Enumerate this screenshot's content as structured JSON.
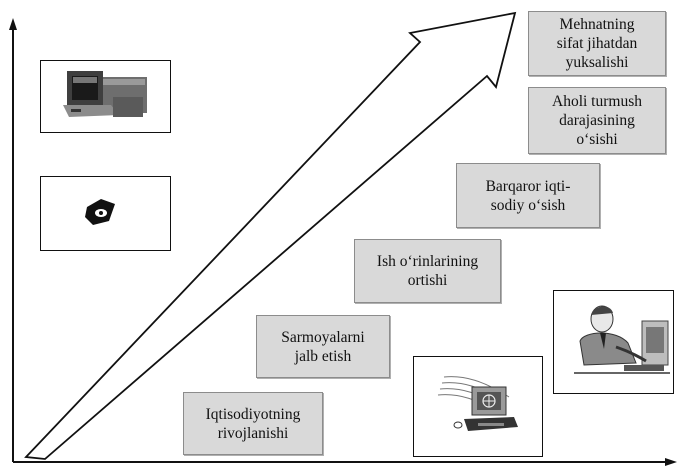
{
  "steps": [
    {
      "id": "s1",
      "lines": [
        "Iqtisodiyotning",
        "rivojlanishi"
      ]
    },
    {
      "id": "s2",
      "lines": [
        "Sarmoyalarni",
        "jalb etish"
      ]
    },
    {
      "id": "s3",
      "lines": [
        "Ish o‘rinlarining",
        "ortishi"
      ]
    },
    {
      "id": "s4",
      "lines": [
        "Barqaror iqti-",
        "sodiy o‘sish"
      ]
    },
    {
      "id": "s5",
      "lines": [
        "Aholi turmush",
        "darajasining",
        "o‘sishi"
      ]
    },
    {
      "id": "s6",
      "lines": [
        "Mehnatning",
        "sifat jihatdan",
        "yuksalishi"
      ]
    }
  ],
  "icons": [
    "computer-icon",
    "disk-icon",
    "monitor-globe-icon",
    "businessman-at-computer-icon"
  ],
  "colors": {
    "box_fill": "#d9d9d9",
    "box_border": "#8c8c8c",
    "line": "#111111"
  }
}
